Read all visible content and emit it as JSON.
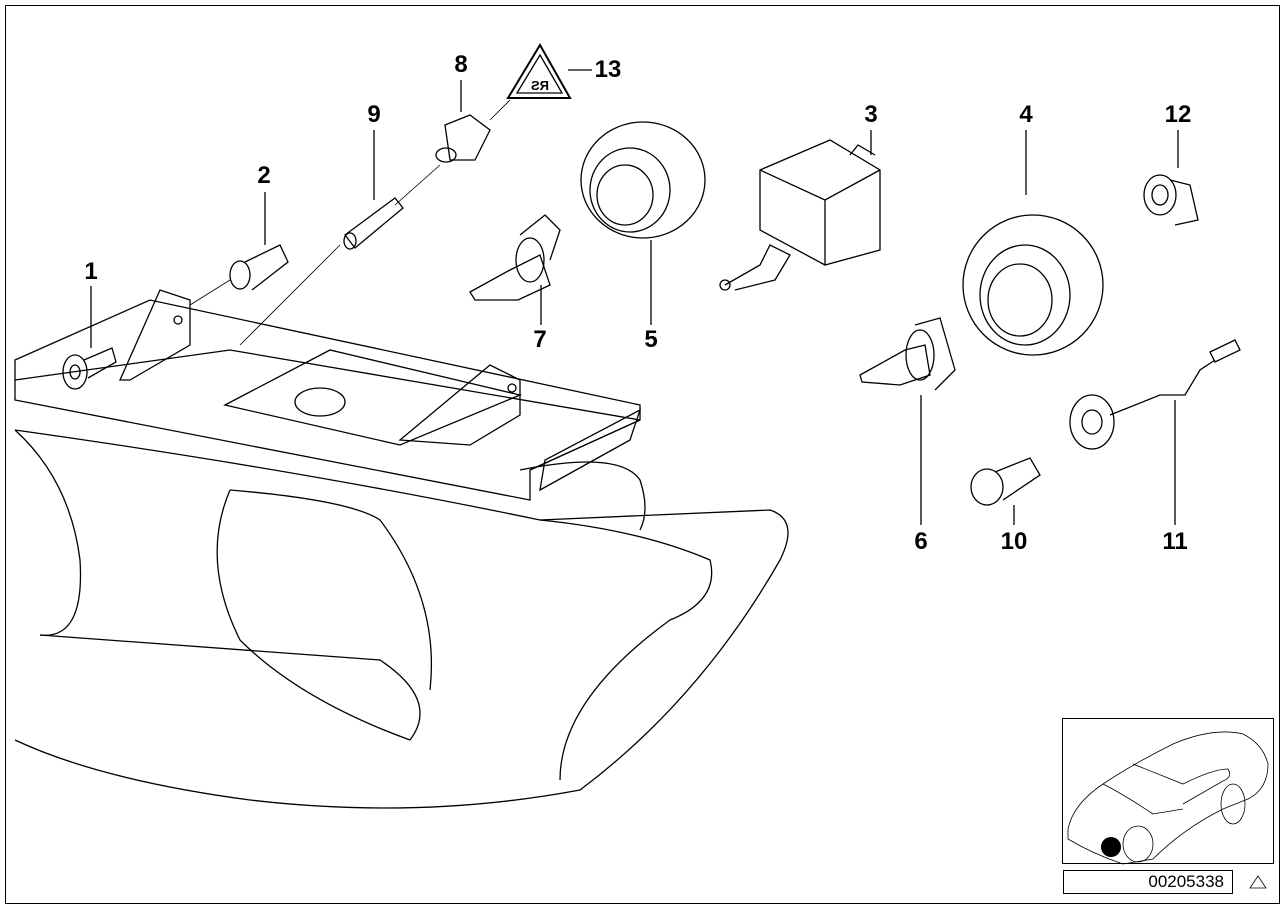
{
  "diagram": {
    "part_labels": [
      "1",
      "2",
      "3",
      "4",
      "5",
      "6",
      "7",
      "8",
      "9",
      "10",
      "11",
      "12",
      "13"
    ],
    "diagram_code": "00205338",
    "location_marker_color": "#000000",
    "line_color": "#000000",
    "background_color": "#ffffff",
    "icons": [
      "warning-triangle-icon",
      "car-thumbnail",
      "footer-triangle-icon"
    ]
  }
}
